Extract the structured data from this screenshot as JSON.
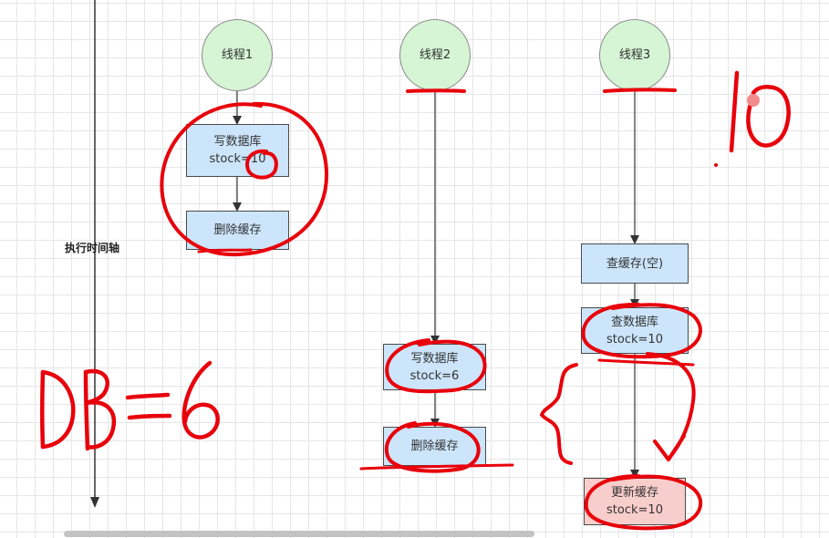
{
  "axis": {
    "label": "执行时间轴"
  },
  "threads": [
    {
      "label": "线程1"
    },
    {
      "label": "线程2"
    },
    {
      "label": "线程3"
    }
  ],
  "t1": {
    "write_db": {
      "line1": "写数据库",
      "line2": "stock=10"
    },
    "delete_cache": {
      "label": "删除缓存"
    }
  },
  "t2": {
    "write_db": {
      "line1": "写数据库",
      "line2": "stock=6"
    },
    "delete_cache": {
      "label": "删除缓存"
    }
  },
  "t3": {
    "query_cache": {
      "label": "查缓存(空)"
    },
    "query_db": {
      "line1": "查数据库",
      "line2": "stock=10"
    },
    "update_cache": {
      "line1": "更新缓存",
      "line2": "stock=10"
    }
  },
  "handwriting": {
    "db_note": "DB=6",
    "cache_note": "10"
  },
  "colors": {
    "thread_fill": "#d5f5d5",
    "step_fill": "#cce5fb",
    "update_fill": "#f8cecc",
    "annotation": "#e8000b"
  }
}
